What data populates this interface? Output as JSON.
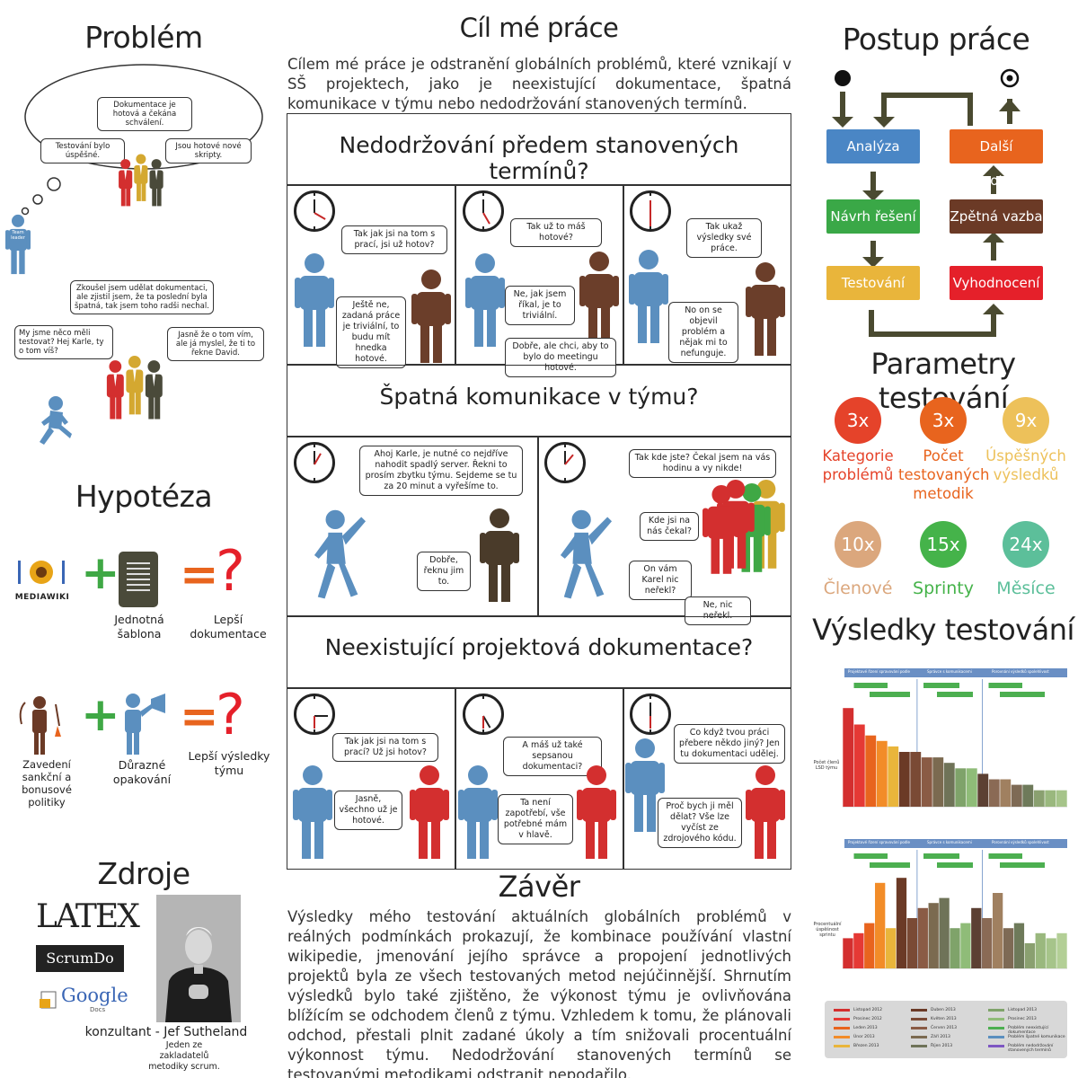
{
  "colors": {
    "blue": "#5b8fbf",
    "brown": "#6b3e2a",
    "red": "#d32f2f",
    "gold": "#d4a830",
    "dark": "#4a4a3a",
    "green": "#3fa845",
    "analyza": "#4a86c5",
    "navrh": "#3aa847",
    "testovani": "#e9b53b",
    "dalsi": "#e8641e",
    "zpetna": "#6b3a26",
    "vyhodnoceni": "#e5202a",
    "arrow": "#4a4a30"
  },
  "problem": {
    "title": "Problém",
    "bubbles": [
      "Dokumentace je hotová a čekána schválení.",
      "Testování bylo úspěšné.",
      "Jsou hotové nové skripty.",
      "Zkoušel jsem udělat dokumentaci, ale zjistil jsem, že ta poslední byla špatná, tak jsem toho radši nechal.",
      "My jsme něco měli testovat? Hej Karle, ty o tom víš?",
      "Jasně že o tom vím, ale já myslel, že ti to řekne David."
    ],
    "figure_label": "Team leader"
  },
  "hypoteza": {
    "title": "Hypotéza",
    "mediawiki": "MEDIAWIKI",
    "row1_middle": "Jednotná šablona",
    "row1_result": "Lepší dokumentace",
    "row2_left": "Zavedení sankční a bonusové politiky",
    "row2_middle": "Důrazné opakování",
    "row2_result": "Lepší výsledky týmu",
    "plus": "+",
    "equals": "=",
    "question": "?"
  },
  "zdroje": {
    "title": "Zdroje",
    "latex": "LATEX",
    "scrumdo": "ScrumDo",
    "google": "Google",
    "docs": "Docs",
    "consultant": "konzultant - Jef  Sutheland",
    "consultant_note": "Jeden ze zakladatelů metodiky scrum."
  },
  "cil": {
    "title": "Cíl mé práce",
    "text": "Cílem mé práce je odstranění globálních problémů, které vznikají v SŠ projektech, jako je neexistující dokumentace, špatná komunikace v týmu nebo nedodržování stanovených termínů."
  },
  "comic": {
    "s1_title": "Nedodržování předem stanovených termínů?",
    "s2_title": "Špatná komunikace v týmu?",
    "s3_title": "Neexistující projektová dokumentace?",
    "s1_p1_b1": "Tak jak jsi na tom s prací, jsi už hotov?",
    "s1_p1_b2": "Ještě ne, zadaná práce je triviální, to budu mít hnedka hotové.",
    "s1_p2_b1": "Tak už to máš hotové?",
    "s1_p2_b2": "Ne, jak jsem říkal, je to triviální.",
    "s1_p2_b3": "Dobře, ale chci, aby to bylo do meetingu hotové.",
    "s1_p3_b1": "Tak ukaž výsledky své práce.",
    "s1_p3_b2": "No on se objevil problém a nějak mi to nefunguje.",
    "s2_p1_b1": "Ahoj Karle, je nutné co nejdříve nahodit spadlý server. Řekni to prosím zbytku týmu. Sejdeme se tu za 20 minut a vyřešíme to.",
    "s2_p1_b2": "Dobře, řeknu jim to.",
    "s2_p2_b1": "Tak kde jste? Čekal jsem na vás hodinu a vy nikde!",
    "s2_p2_b2": "Kde jsi na nás čekal?",
    "s2_p2_b3": "On vám Karel nic neřekl?",
    "s2_p2_b4": "Ne, nic neřekl.",
    "s3_p1_b1": "Tak jak jsi na tom s prací? Už jsi hotov?",
    "s3_p1_b2": "Jasně, všechno už je hotové.",
    "s3_p2_b1": "A máš už také sepsanou dokumentaci?",
    "s3_p2_b2": "Ta není zapotřebí, vše potřebné mám v hlavě.",
    "s3_p3_b1": "Co když tvou práci přebere někdo jiný? Jen tu dokumentaci udělej.",
    "s3_p3_b2": "Proč bych ji měl dělat? Vše lze vyčíst ze zdrojového kódu."
  },
  "zaver": {
    "title": "Závěr",
    "text": "Výsledky mého testování aktuálních globálních problémů v reálných podmínkách prokazují, že kombinace používání vlastní wikipedie, jmenování jejího správce a propojení jednotlivých projektů byla ze všech testovaných metod nejúčinnější. Shrnutím výsledků bylo také zjištěno, že výkonost týmu je ovlivňována blížícím se odchodem členů z týmu. Vzhledem k tomu, že plánovali odchod, přestali plnit zadané úkoly a tím snižovali procentuální výkonnost týmu. Nedodržování stanovených termínů se testovanými metodikami odstranit nepodařilo."
  },
  "postup": {
    "title": "Postup práce",
    "steps": [
      "Analýza",
      "Návrh řešení",
      "Testování",
      "Další hypotéza",
      "Zpětná vazba",
      "Vyhodnocení"
    ]
  },
  "parametry": {
    "title": "Parametry testování",
    "items": [
      {
        "value": "3x",
        "label": "Kategorie problémů",
        "color": "#e5432a"
      },
      {
        "value": "3x",
        "label": "Počet testovaných metodik",
        "color": "#e8641e"
      },
      {
        "value": "9x",
        "label": "Úspěšných výsledků",
        "color": "#edc15a"
      },
      {
        "value": "10x",
        "label": "Členové",
        "color": "#dba77d"
      },
      {
        "value": "15x",
        "label": "Sprinty",
        "color": "#45b34a"
      },
      {
        "value": "24x",
        "label": "Měsíce",
        "color": "#5cbf9a"
      }
    ]
  },
  "vysledky": {
    "title": "Výsledky testování",
    "chart1_ylabel": "Počet členů LSD týmu",
    "chart2_ylabel": "Procentuální úspěšnost sprintu",
    "phases": [
      "Projektové řízení spravování podle",
      "Správce s komunikacemi",
      "Porovnání výsledků spolehlivost"
    ],
    "legend": [
      {
        "label": "Listopad 2012",
        "color": "#d32f2f"
      },
      {
        "label": "Prosinec 2012",
        "color": "#e53935"
      },
      {
        "label": "Leden 2013",
        "color": "#e8641e"
      },
      {
        "label": "Únor 2013",
        "color": "#f28c28"
      },
      {
        "label": "Březen 2013",
        "color": "#e9b53b"
      },
      {
        "label": "Duben 2013",
        "color": "#6b3a26"
      },
      {
        "label": "Květen 2013",
        "color": "#7a4a35"
      },
      {
        "label": "Červen 2013",
        "color": "#8a5b45"
      },
      {
        "label": "Září 2013",
        "color": "#7b6a50"
      },
      {
        "label": "Říjen 2013",
        "color": "#6f7358"
      },
      {
        "label": "Listopad 2013",
        "color": "#7fa36a"
      },
      {
        "label": "Prosinec 2013",
        "color": "#8fbc78"
      },
      {
        "label": "Problém neexistující dokumentace",
        "color": "#4caf50"
      },
      {
        "label": "Problém špatné komunikace",
        "color": "#5b8fbf"
      },
      {
        "label": "Problém nedodržování stanovených termínů",
        "color": "#7e57c2"
      }
    ]
  },
  "chart_data": [
    {
      "type": "bar",
      "title": "",
      "ylabel": "Počet členů LSD týmu",
      "ylim": [
        0,
        20
      ],
      "values": [
        18,
        15,
        13,
        12,
        11,
        10,
        10,
        9,
        9,
        8,
        7,
        7,
        6,
        5,
        5,
        4,
        4,
        3,
        3,
        3
      ]
    },
    {
      "type": "bar",
      "title": "",
      "ylabel": "Procentuální úspěšnost sprintu",
      "ylim": [
        0,
        100
      ],
      "values": [
        30,
        35,
        45,
        85,
        40,
        90,
        50,
        60,
        65,
        70,
        40,
        45,
        60,
        50,
        75,
        40,
        45,
        25,
        35,
        30,
        35
      ]
    }
  ]
}
